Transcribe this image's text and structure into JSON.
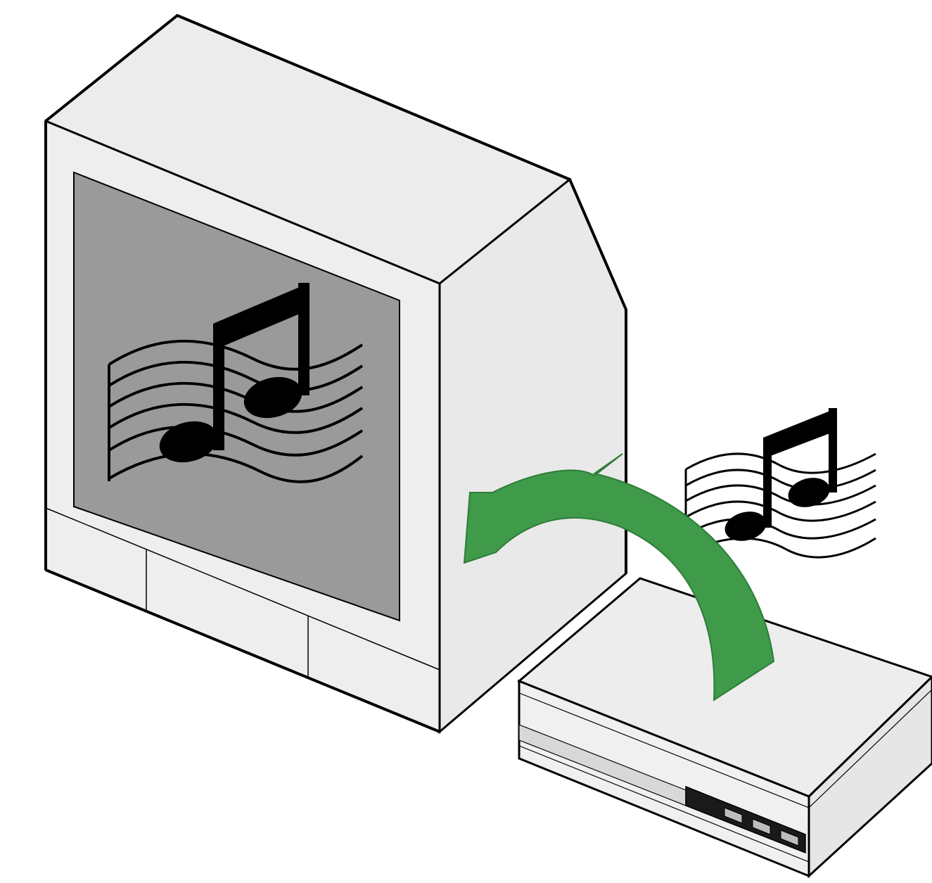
{
  "diagram": {
    "devices": [
      {
        "id": "tv",
        "icon": "crt-television-icon",
        "screen_content": "music-notes-icon"
      },
      {
        "id": "player",
        "icon": "set-top-player-icon",
        "emits": "music-notes-icon"
      }
    ],
    "flow": {
      "from": "player",
      "to": "tv",
      "icon": "curved-arrow-icon",
      "color": "#3f9a4a"
    }
  },
  "colors": {
    "casing": "#e8e8e8",
    "casing_light": "#f0f0f0",
    "screen": "#9a9a9a",
    "outline": "#000000",
    "arrow": "#3f9a4a",
    "arrow_dark": "#2e7d38",
    "display_panel": "#1a1a1a"
  }
}
